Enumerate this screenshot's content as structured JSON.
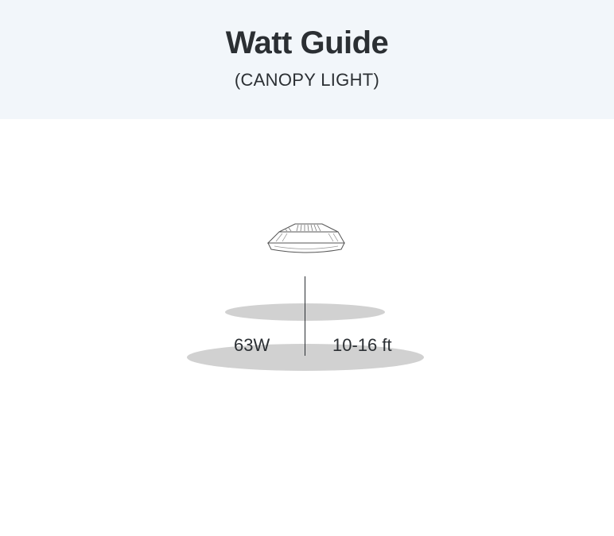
{
  "header": {
    "title": "Watt Guide",
    "subtitle": "(CANOPY LIGHT)"
  },
  "diagram": {
    "fixture_icon": "canopy-light-icon",
    "wattage": "63W",
    "mount_height": "10-16 ft"
  }
}
